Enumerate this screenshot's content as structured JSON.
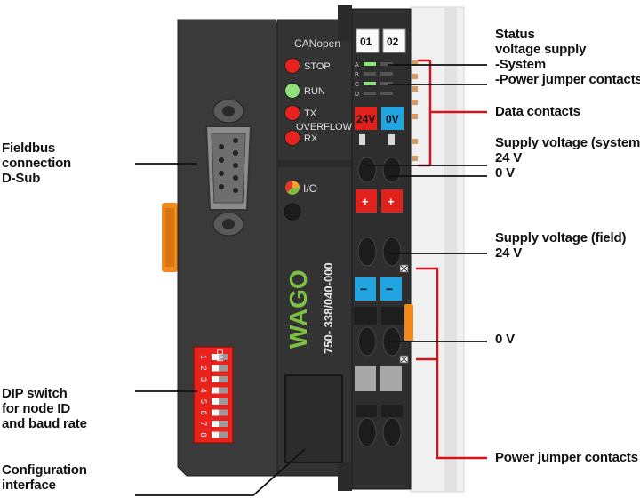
{
  "device": {
    "protocol": "CANopen",
    "brand": "WAGO",
    "model": "750- 338/040-000",
    "leds": [
      {
        "label": "STOP",
        "color": "#e8221c"
      },
      {
        "label": "RUN",
        "color": "#8fe27a"
      },
      {
        "label": "TX",
        "color": "#e8221c"
      },
      {
        "label": "OVERFLOW",
        "color": ""
      },
      {
        "label": "RX",
        "color": "#e8221c"
      }
    ],
    "io_label": "I/O",
    "slots": [
      "01",
      "02"
    ],
    "led_rows": [
      "A",
      "B",
      "C",
      "D"
    ],
    "tag_24v": "24V",
    "tag_0v": "0V",
    "plus": "+",
    "minus": "−",
    "dip_on": "ON",
    "dip_numbers": [
      "1",
      "2",
      "3",
      "4",
      "5",
      "6",
      "7",
      "8"
    ],
    "colors": {
      "housing": "#3a3a3a",
      "housing_dark": "#2b2b2b",
      "accent_red": "#e0211c",
      "accent_blue": "#22a4e0",
      "wago_green": "#7cc142",
      "connector_orange": "#f08a1c"
    }
  },
  "labels": {
    "fieldbus": [
      "Fieldbus",
      "connection",
      "D-Sub"
    ],
    "dip": [
      "DIP switch",
      "for node ID",
      "and baud rate"
    ],
    "config": [
      "Configuration",
      "interface"
    ],
    "status": [
      "Status",
      "voltage supply",
      "-System",
      "-Power jumper contacts"
    ],
    "data_contacts": "Data contacts",
    "supply_system": [
      "Supply voltage (system)",
      "24 V",
      "0 V"
    ],
    "supply_field": [
      "Supply voltage (field)",
      "24 V"
    ],
    "zero_v": "0 V",
    "power_jumper": "Power jumper contacts"
  }
}
